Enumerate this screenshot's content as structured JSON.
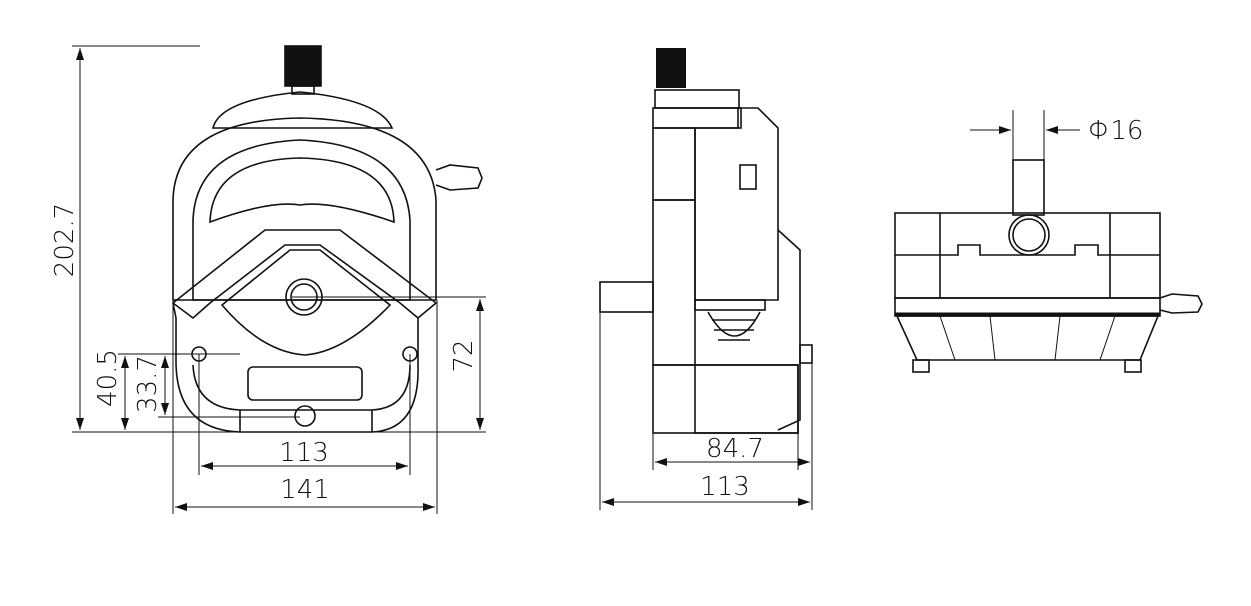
{
  "drawing": {
    "front_view": {
      "height_total": "202.7",
      "height_hole_upper": "40.5",
      "height_hole_lower": "33.7",
      "height_shaft": "72",
      "width_holes": "113",
      "width_total": "141"
    },
    "side_view": {
      "depth_body": "84.7",
      "depth_total": "113"
    },
    "top_view": {
      "shaft_diameter": "Φ16"
    }
  }
}
